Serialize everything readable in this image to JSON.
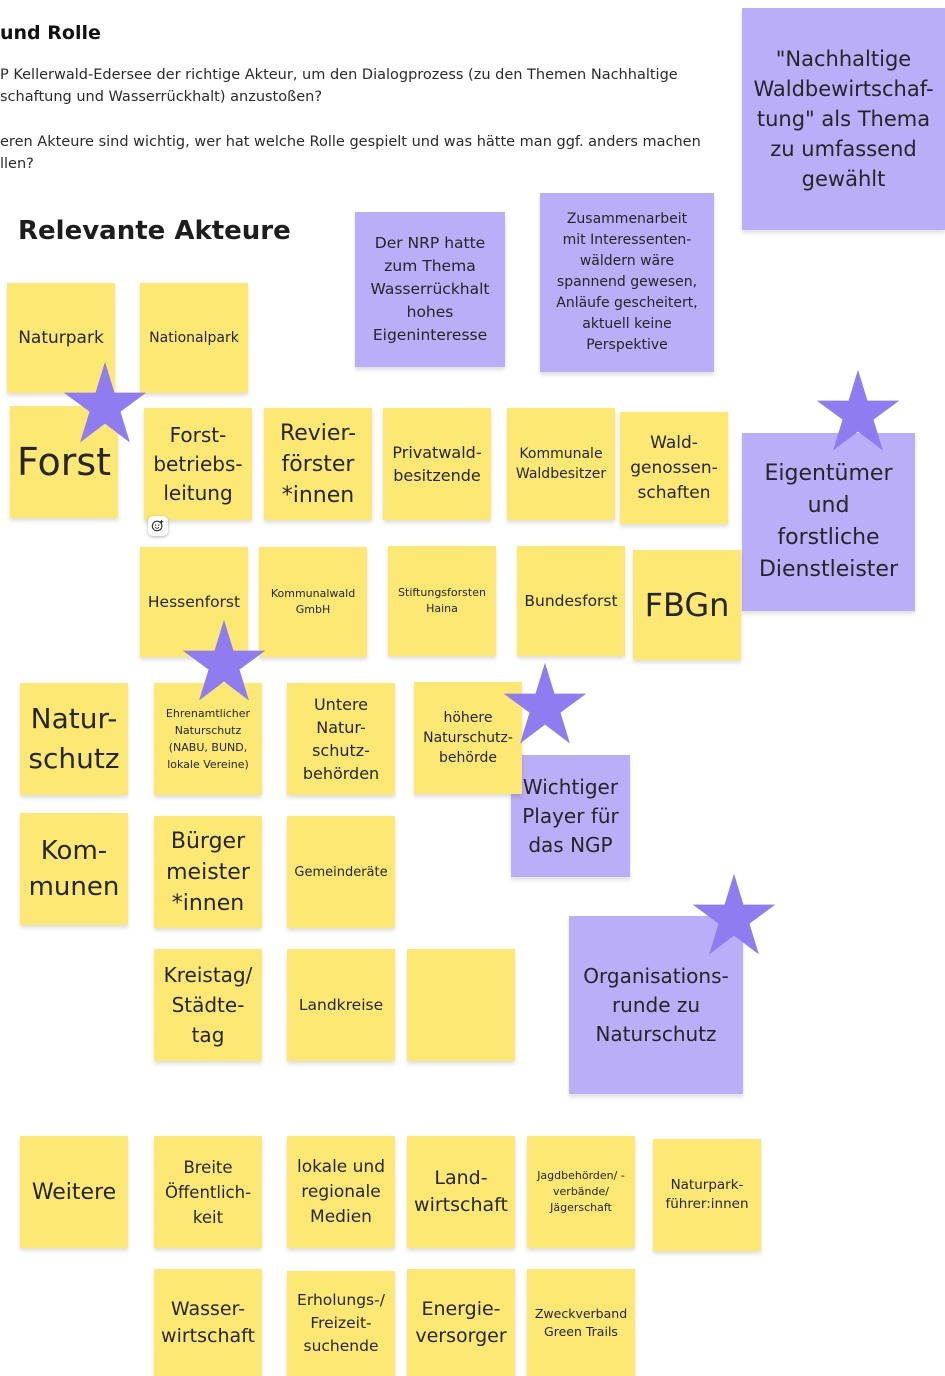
{
  "header": {
    "title": "und Rolle",
    "question1": "P Kellerwald-Edersee der richtige Akteur, um den Dialogprozess (zu den Themen Nachhaltige\nschaftung und Wasserrückhalt) anzustoßen?",
    "question2": "eren Akteure sind wichtig, wer hat welche Rolle gespielt und was hätte man ggf. anders machen\nllen?"
  },
  "section_title": "Relevante Akteure",
  "colors": {
    "yellow_note": "#fde873",
    "purple_note": "#b9aef7",
    "star": "#8f7cf0"
  },
  "notes": {
    "naturpark": "Naturpark",
    "nationalpark": "Nationalpark",
    "forst": "Forst",
    "forstbetriebsleitung": "Forst-\nbetriebs-\nleitung",
    "revierfoerster": "Revier-\nförster\n*innen",
    "privatwald": "Privatwald-\nbesitzende",
    "kommunale_waldbesitzer": "Kommunale\nWaldbesitzer",
    "waldgenossen": "Wald-\ngenossen-\nschaften",
    "hessenforst": "Hessenforst",
    "kommunalwald": "Kommunalwald\nGmbH",
    "stiftungsforsten": "Stiftungsforsten\nHaina",
    "bundesforst": "Bundesforst",
    "fbgn": "FBGn",
    "naturschutz": "Natur-\nschutz",
    "ehrenamtlich": "Ehrenamtlicher\nNaturschutz\n(NABU, BUND,\nlokale Vereine)",
    "untere": "Untere\nNatur-\nschutz-\nbehörden",
    "hoehere": "höhere\nNaturschutz-\nbehörde",
    "kommunen": "Kom-\nmunen",
    "buergermeister": "Bürger\nmeister\n*innen",
    "gemeinderaete": "Gemeinderäte",
    "kreistag": "Kreistag/\nStädte-\ntag",
    "landkreise": "Landkreise",
    "empty": "",
    "weitere": "Weitere",
    "breite": "Breite\nÖffentlich-\nkeit",
    "medien": "lokale und\nregionale\nMedien",
    "landwirtschaft": "Land-\nwirtschaft",
    "jagd": "Jagdbehörden/ -\nverbände/\nJägerschaft",
    "naturparkfuehrer": "Naturpark-\nführer:innen",
    "wasserwirtschaft": "Wasser-\nwirtschaft",
    "erholung": "Erholungs-/\nFreizeit-\nsuchende",
    "energie": "Energie-\nversorger",
    "zweckverband": "Zweckverband\nGreen Trails"
  },
  "comments": {
    "nrp": "Der NRP hatte\nzum Thema\nWasserrückhalt\nhohes\nEigeninteresse",
    "zusammenarbeit": "Zusammenarbeit\nmit Interessenten-\nwäldern wäre\nspannend gewesen,\nAnläufe gescheitert,\naktuell keine\nPerspektive",
    "nachhaltige": "\"Nachhaltige\nWaldbewirtschaf-\ntung\" als Thema\nzu umfassend\ngewählt",
    "eigentuemer": "Eigentümer\nund\nforstliche\nDienstleister",
    "wichtiger": "Wichtiger\nPlayer für\ndas NGP",
    "organisation": "Organisations-\nrunde zu\nNaturschutz"
  }
}
